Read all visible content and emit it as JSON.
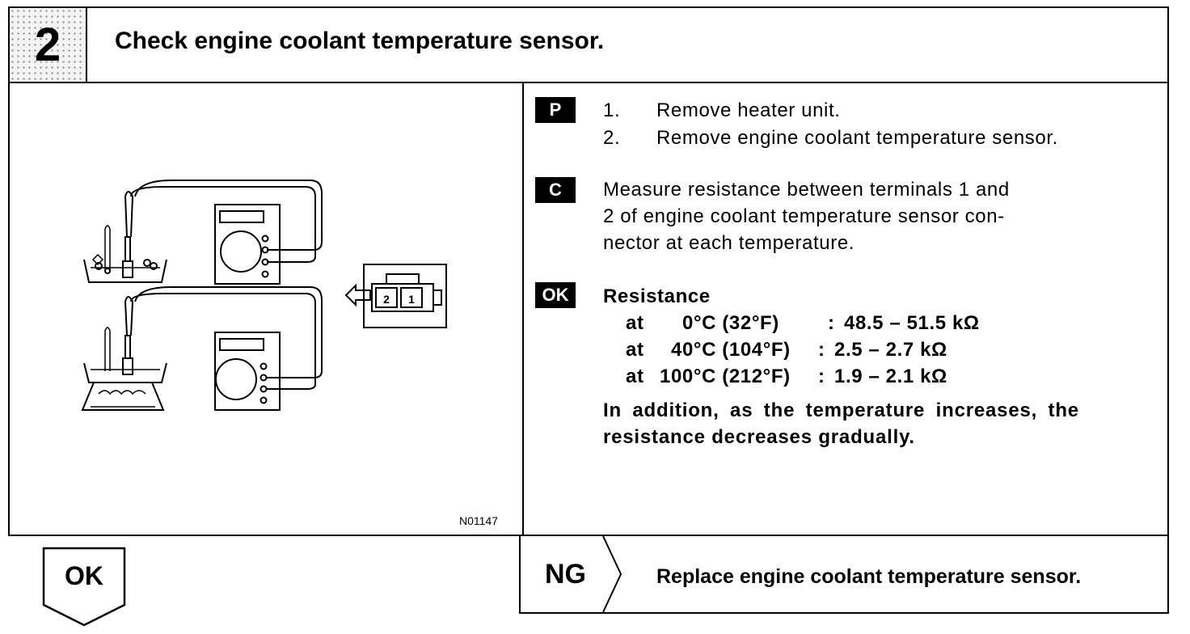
{
  "header": {
    "step_number": "2",
    "title": "Check engine coolant temperature sensor."
  },
  "figure": {
    "id": "N01147",
    "connector_terminals": [
      "2",
      "1"
    ]
  },
  "prep": {
    "badge": "P",
    "steps": [
      {
        "num": "1.",
        "text": "Remove heater unit."
      },
      {
        "num": "2.",
        "text": "Remove engine coolant temperature sensor."
      }
    ]
  },
  "check": {
    "badge": "C",
    "lines": [
      "Measure resistance between terminals 1 and",
      "2 of engine coolant temperature sensor con-",
      "nector at each temperature."
    ]
  },
  "ok_spec": {
    "badge": "OK",
    "heading": "Resistance",
    "rows": [
      {
        "at": "at",
        "temp": "0°C (32°F)",
        "sep": ":",
        "value": "48.5 – 51.5 kΩ"
      },
      {
        "at": "at",
        "temp": "40°C (104°F)",
        "sep": ":",
        "value": "2.5 – 2.7 kΩ"
      },
      {
        "at": "at",
        "temp": "100°C (212°F)",
        "sep": ":",
        "value": "1.9 – 2.1 kΩ"
      }
    ],
    "note_lines": [
      "In addition, as the temperature increases, the",
      "resistance decreases gradually."
    ]
  },
  "ok_result": {
    "label": "OK"
  },
  "ng_result": {
    "label": "NG",
    "action": "Replace engine coolant temperature sensor."
  }
}
